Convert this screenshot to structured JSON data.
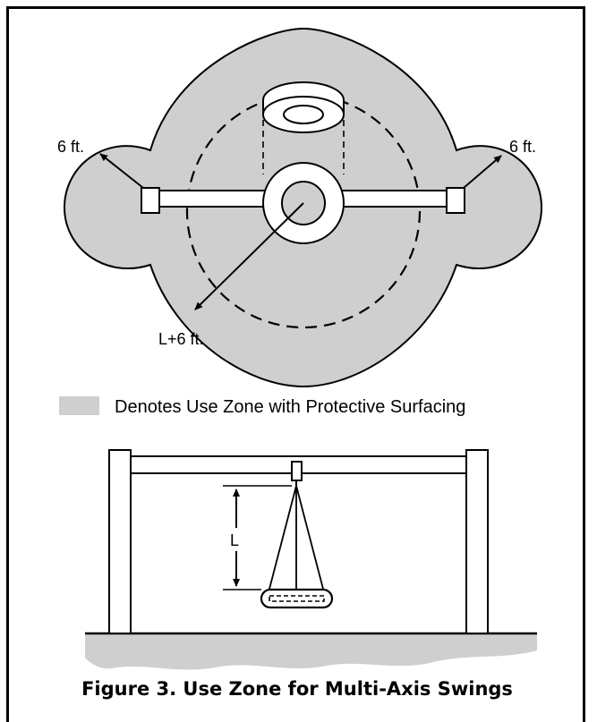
{
  "figure": {
    "caption": "Figure 3. Use Zone for Multi-Axis Swings"
  },
  "top_view": {
    "left_dimension": "6 ft.",
    "right_dimension": "6 ft.",
    "radius_dimension": "L+6 ft."
  },
  "legend": {
    "text": "Denotes Use Zone with Protective Surfacing",
    "swatch_color": "#cfcfcf"
  },
  "side_view": {
    "length_label": "L"
  },
  "colors": {
    "use_zone": "#cfcfcf",
    "ground": "#cfcfcf",
    "line": "#000000"
  }
}
